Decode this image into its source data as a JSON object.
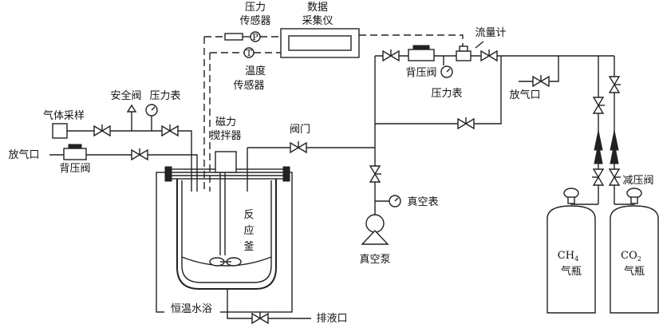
{
  "labels": {
    "pressure_sensor": [
      "压力",
      "传感器"
    ],
    "data_acquisition": [
      "数据",
      "采集仪"
    ],
    "flow_meter": "流量计",
    "temp_sensor": [
      "温度",
      "传感器"
    ],
    "back_pressure_valve_top": "背压阀",
    "pressure_gauge_right": "压力表",
    "vent_right": "放气口",
    "gas_sampling": "气体采样",
    "safety_valve": "安全阀",
    "pressure_gauge_left": "压力表",
    "magnetic_stirrer": [
      "磁力",
      "搅拌器"
    ],
    "valve_gate": "阀门",
    "vent_left": "放气口",
    "back_pressure_valve_left": "背压阀",
    "reactor": [
      "反",
      "应",
      "釜"
    ],
    "vacuum_gauge": "真空表",
    "vacuum_pump": "真空泵",
    "reducing_valve": "减压阀",
    "water_bath": "恒温水浴",
    "drain": "排液口",
    "ch4_cylinder": {
      "formula": "CH",
      "sub": "4",
      "name": "气瓶"
    },
    "co2_cylinder": {
      "formula": "CO",
      "sub": "2",
      "name": "气瓶"
    },
    "gauge_p": "P",
    "gauge_t": "T"
  }
}
